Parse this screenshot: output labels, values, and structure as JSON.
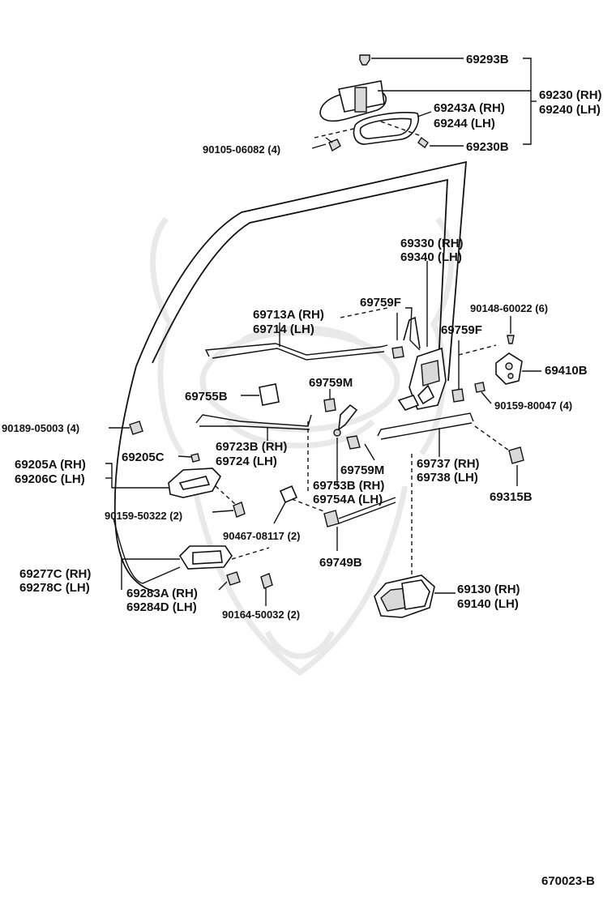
{
  "diagram_code": "670023-B",
  "labels": {
    "p69293B": "69293B",
    "p69230rh": "69230 (RH)",
    "p69240lh": "69240 (LH)",
    "p69243Arh": "69243A (RH)",
    "p69244lh": "69244   (LH)",
    "p90105": "90105-06082 (4)",
    "p69230B": "69230B",
    "p69330rh": "69330 (RH)",
    "p69340lh": "69340 (LH)",
    "p69759F_a": "69759F",
    "p90148": "90148-60022 (6)",
    "p69713Arh": "69713A (RH)",
    "p69714lh": "69714   (LH)",
    "p69759F_b": "69759F",
    "p69410B": "69410B",
    "p69759M_a": "69759M",
    "p69755B": "69755B",
    "p90159_80047": "90159-80047 (4)",
    "p90189": "90189-05003 (4)",
    "p69723Brh": "69723B (RH)",
    "p69724lh": "69724    (LH)",
    "p69205C": "69205C",
    "p69205Arh": "69205A (RH)",
    "p69206Clh": "69206C (LH)",
    "p69759M_b": "69759M",
    "p69737rh": "69737 (RH)",
    "p69738lh": "69738 (LH)",
    "p69753Brh": "69753B (RH)",
    "p69754Alh": "69754A (LH)",
    "p69315B": "69315B",
    "p90159_50322": "90159-50322 (2)",
    "p90467": "90467-08117 (2)",
    "p69749B": "69749B",
    "p69277Crh": "69277C (RH)",
    "p69278Clh": "69278C (LH)",
    "p69283Arh": "69283A (RH)",
    "p69284Dlh": "69284D (LH)",
    "p69130rh": "69130 (RH)",
    "p69140lh": "69140 (LH)",
    "p90164": "90164-50032 (2)"
  }
}
